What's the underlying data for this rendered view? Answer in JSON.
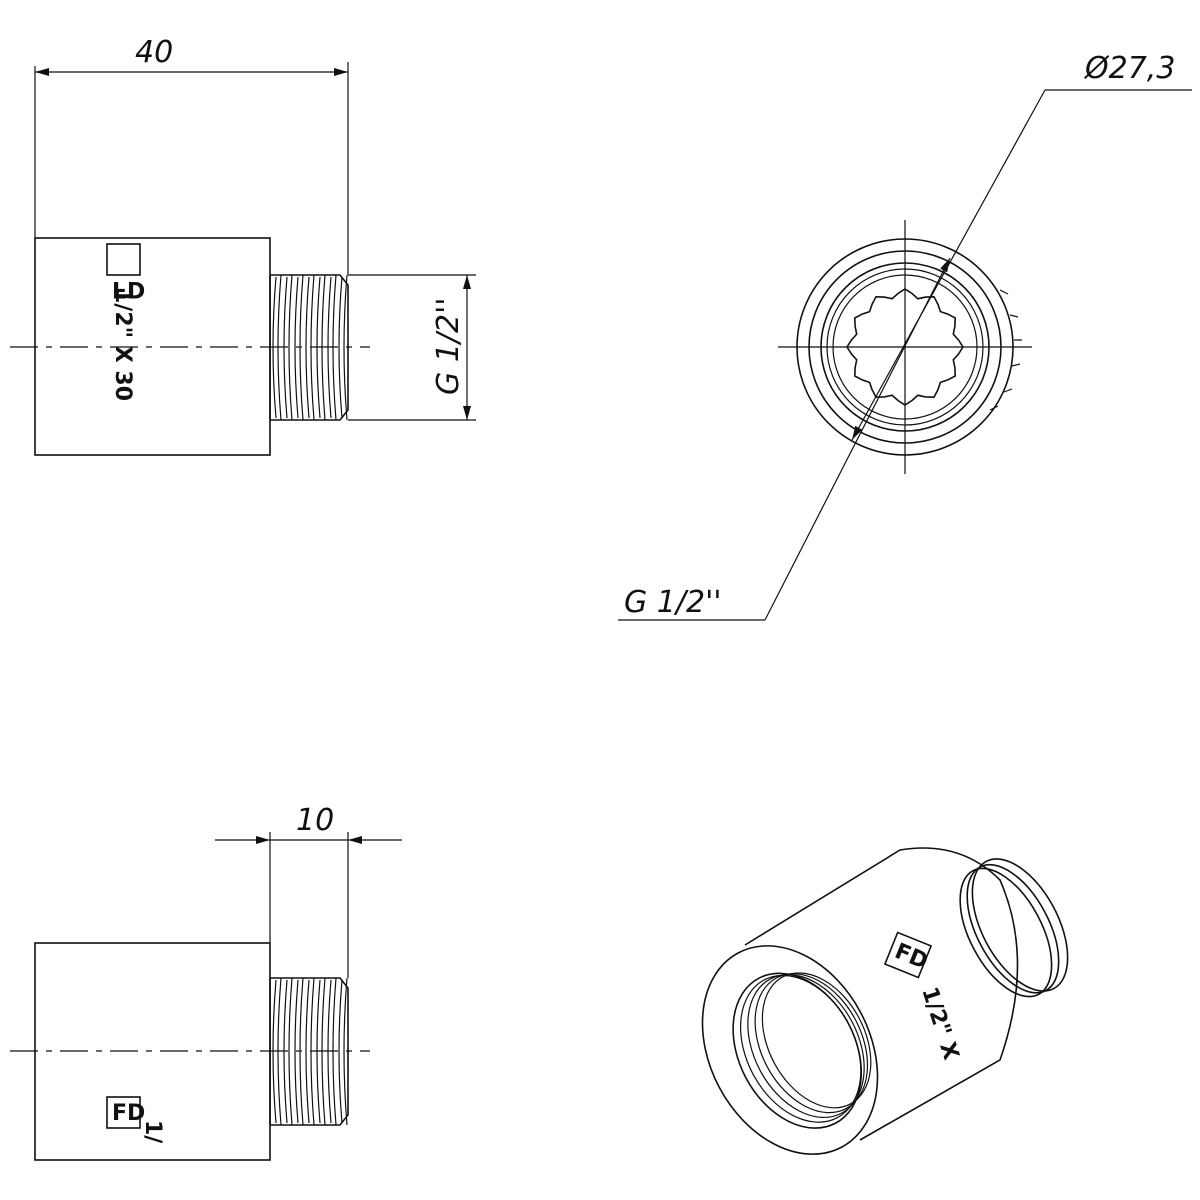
{
  "drawing": {
    "side_view": {
      "length_dim": "40",
      "thread_dim": "G 1/2''",
      "marking": "1/2\" X 30",
      "logo": "FD"
    },
    "end_view": {
      "diameter_dim": "Ø27,3",
      "thread_dim": "G 1/2''"
    },
    "bottom_view": {
      "thread_length_dim": "10",
      "marking": "1/",
      "logo": "FD"
    },
    "iso_view": {
      "marking": "1/2\" X",
      "logo": "FD"
    },
    "colors": {
      "line": "#111111",
      "background": "#ffffff"
    }
  }
}
